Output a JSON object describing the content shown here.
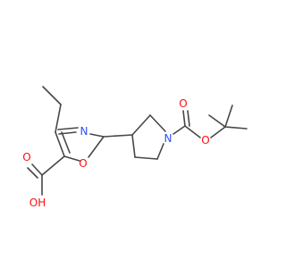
{
  "structure": {
    "atoms": {
      "oxazole_n": "N",
      "oxazole_o": "O",
      "carbonyl_o_acid": "O",
      "hydroxyl": "OH",
      "pyrrolidine_n": "N",
      "carbamate_carbonyl_o": "O",
      "carbamate_ester_o": "O"
    },
    "colors": {
      "bond": "#474747",
      "oxygen": "#ff0d0d",
      "nitrogen": "#3050f8"
    }
  }
}
